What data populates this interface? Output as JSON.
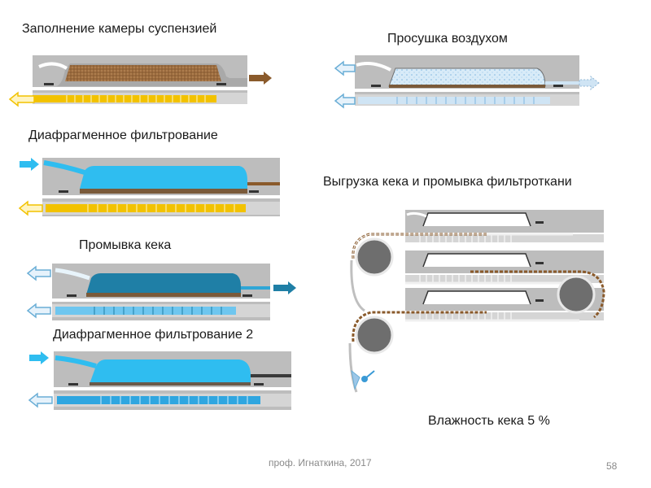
{
  "slide": {
    "labels": {
      "filling": "Заполнение  камеры суспензией",
      "air_drying": "Просушка воздухом",
      "membrane_filtration": "Диафрагменное фильтрование",
      "discharge_and_wash": "Выгрузка кека и промывка фильтроткани",
      "cake_washing": "Промывка кека",
      "membrane_filtration_2": "Диафрагменное фильтрование 2",
      "moisture_caption": "Влажность кека 5 %"
    },
    "footer": {
      "author": "проф. Игнаткина,  2017",
      "page_number": "58"
    }
  },
  "colors": {
    "frame_gray": "#b8b8b8",
    "slurry_brown": "#9b6b3e",
    "filtrate_yellow": "#f2c200",
    "membrane_cyan": "#2fbdf0",
    "wash_teal": "#1f7fa6",
    "air_blue": "#cfe4f4",
    "cloth_dots": "#3a9ad6",
    "feed_arrow_brown": "#8a5a2b",
    "arrow_blue": "#6aaed6",
    "roller_gray": "#6e6e6e"
  }
}
